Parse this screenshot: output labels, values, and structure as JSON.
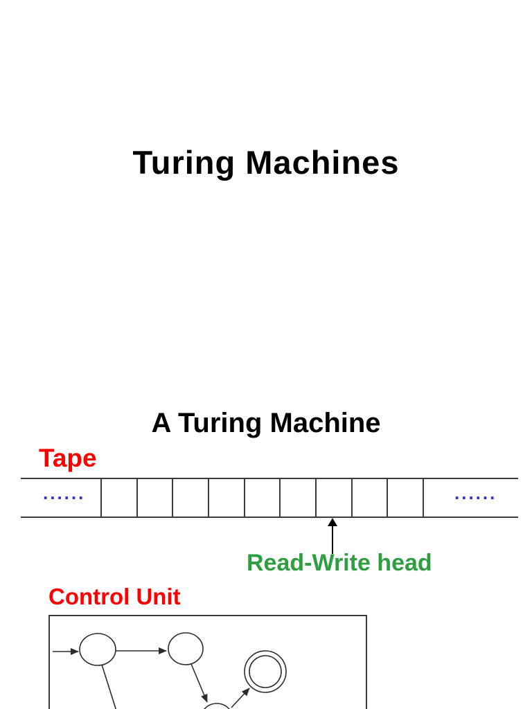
{
  "colors": {
    "red": "#ff0000",
    "green": "#2f9e41",
    "blue": "#3333cc",
    "line": "#3a3a3a",
    "diagram_line": "#2b2b2b",
    "background": "#ffffff",
    "text": "#000000"
  },
  "slide1": {
    "title": "Turing Machines"
  },
  "slide2": {
    "title": "A Turing Machine",
    "tape_label": "Tape",
    "tape": {
      "cell_count": 9,
      "dots_left": "......",
      "dots_right": "......"
    },
    "head_label": "Read-Write head",
    "control_unit_label": "Control Unit",
    "diagram": {
      "type": "state-diagram",
      "states": [
        {
          "kind": "start-state"
        },
        {
          "kind": "normal-state"
        },
        {
          "kind": "accepting-state-double-circle"
        },
        {
          "kind": "state-partially-cut-off"
        }
      ],
      "has_start_arrow": true
    }
  }
}
